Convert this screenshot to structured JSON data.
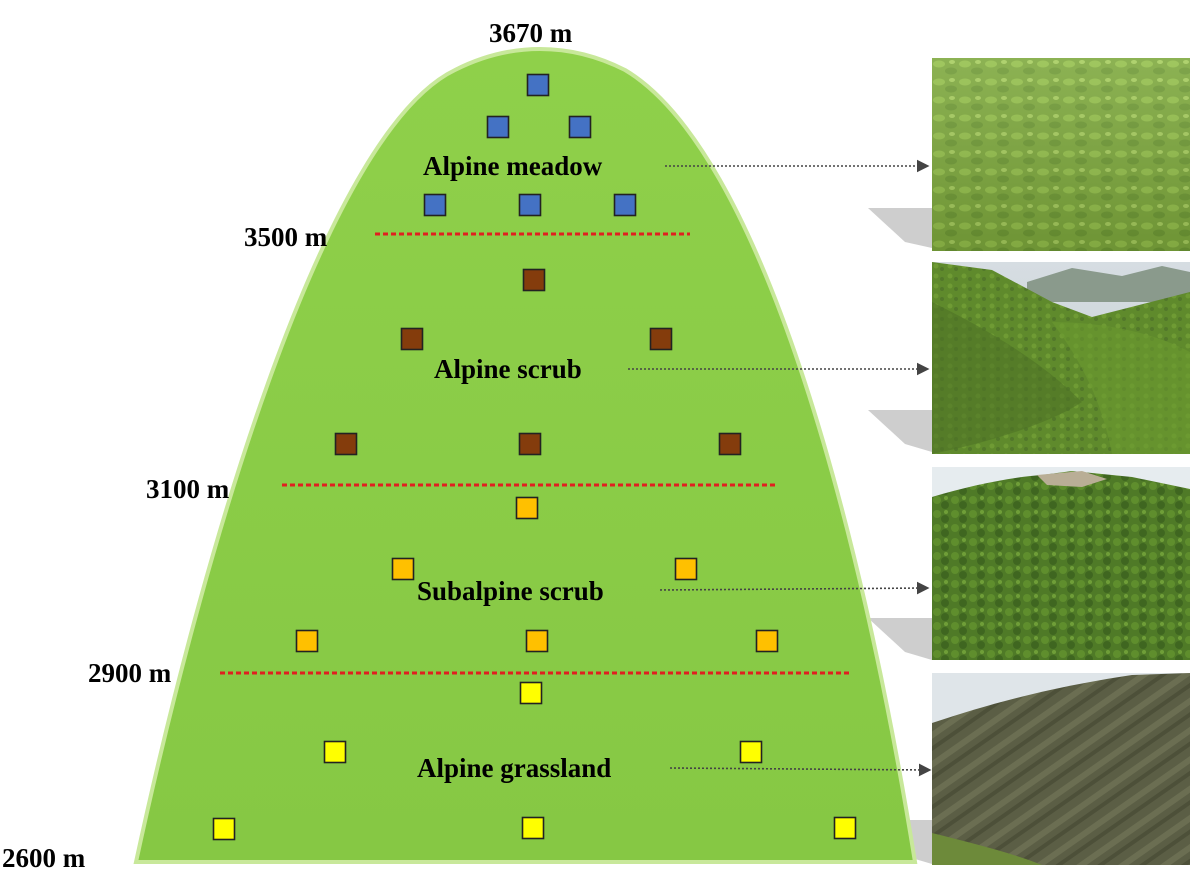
{
  "elevations": {
    "summit": "3670 m",
    "meadow_lower": "3500 m",
    "scrub_lower": "3100 m",
    "subalpine_lower": "2900 m",
    "base": "2600 m"
  },
  "zones": [
    {
      "label": "Alpine meadow",
      "marker_color": "#4472C4"
    },
    {
      "label": "Alpine scrub",
      "marker_color": "#843C0C"
    },
    {
      "label": "Subalpine scrub",
      "marker_color": "#FFC000"
    },
    {
      "label": "Alpine grassland",
      "marker_color": "#FFFF00"
    }
  ],
  "colors": {
    "mountain_fill": "#92D050",
    "mountain_edge": "#C6E69A",
    "boundary_line": "#E02020",
    "marker_border": "#222222"
  }
}
